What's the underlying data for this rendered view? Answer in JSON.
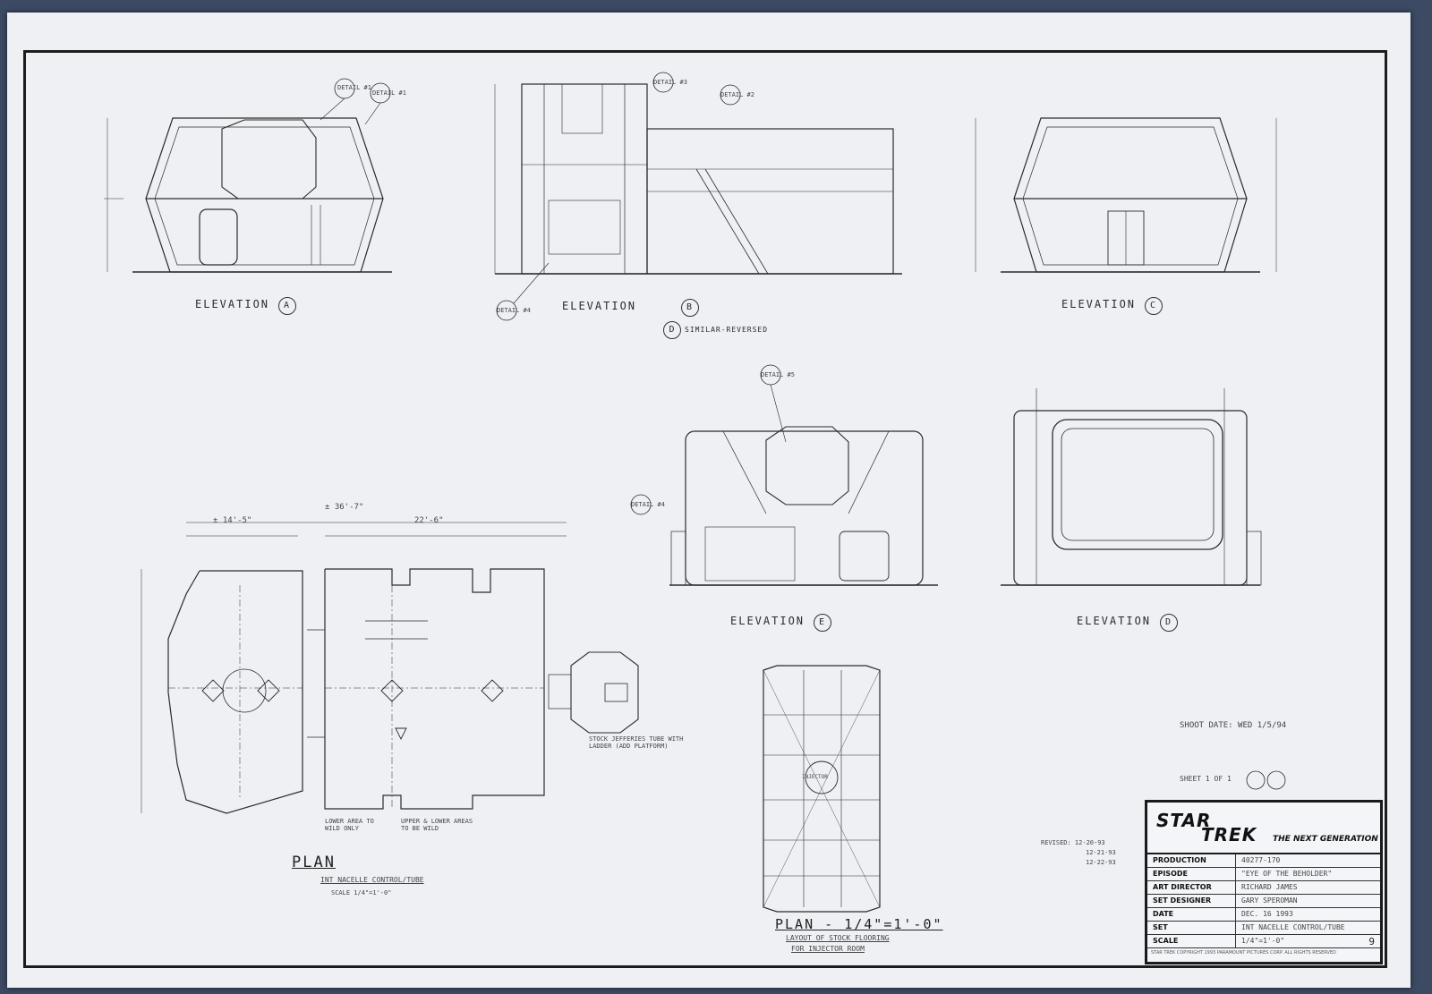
{
  "elevations": {
    "a": {
      "label": "ELEVATION",
      "mark": "A"
    },
    "b": {
      "label": "ELEVATION",
      "mark": "B",
      "mark2": "D",
      "note": "SIMILAR-REVERSED"
    },
    "c": {
      "label": "ELEVATION",
      "mark": "C"
    },
    "e": {
      "label": "ELEVATION",
      "mark": "E"
    },
    "d": {
      "label": "ELEVATION",
      "mark": "D"
    }
  },
  "details": {
    "detail1": "DETAIL #1",
    "detail2": "DETAIL #2",
    "detail3": "DETAIL #3",
    "detail4": "DETAIL #4",
    "detail5": "DETAIL #5"
  },
  "plan_main": {
    "title": "PLAN",
    "subtitle": "INT NACELLE CONTROL/TUBE",
    "scale": "SCALE 1/4\"=1'-0\"",
    "overall": "± 36'-7\"",
    "left_width": "± 14'-5\"",
    "right_width": "22'-6\"",
    "note_stock": "STOCK JEFFERIES TUBE WITH LADDER (ADD PLATFORM)",
    "note_lower": "LOWER AREA TO WILD ONLY",
    "note_upper": "UPPER & LOWER AREAS TO BE WILD"
  },
  "plan_injector": {
    "title": "PLAN - 1/4\"=1'-0\"",
    "subtitle": "LAYOUT OF STOCK FLOORING",
    "subtitle2": "FOR INJECTOR ROOM",
    "center": "INJECTOR"
  },
  "shoot_date": "SHOOT DATE: WED 1/5/94",
  "sheet_line": "SHEET 1 OF 1",
  "revised": [
    "REVISED: 12-20-93",
    "12-21-93",
    "12-22-93"
  ],
  "title_block": {
    "logo_star": "STAR",
    "logo_trek": "TREK",
    "logo_tng": "THE NEXT GENERATION",
    "rows": [
      {
        "key": "PRODUCTION",
        "value": "40277-170"
      },
      {
        "key": "EPISODE",
        "value": "\"EYE OF THE BEHOLDER\""
      },
      {
        "key": "ART DIRECTOR",
        "value": "RICHARD JAMES"
      },
      {
        "key": "SET DESIGNER",
        "value": "GARY SPEROMAN"
      },
      {
        "key": "DATE",
        "value": "DEC. 16 1993"
      },
      {
        "key": "SET",
        "value": "INT NACELLE CONTROL/TUBE"
      },
      {
        "key": "SCALE",
        "value": "1/4\"=1'-0\""
      }
    ],
    "sheet_number": "9",
    "copyright": "STAR TREK COPYRIGHT 1993 PARAMOUNT PICTURES CORP. ALL RIGHTS RESERVED"
  }
}
